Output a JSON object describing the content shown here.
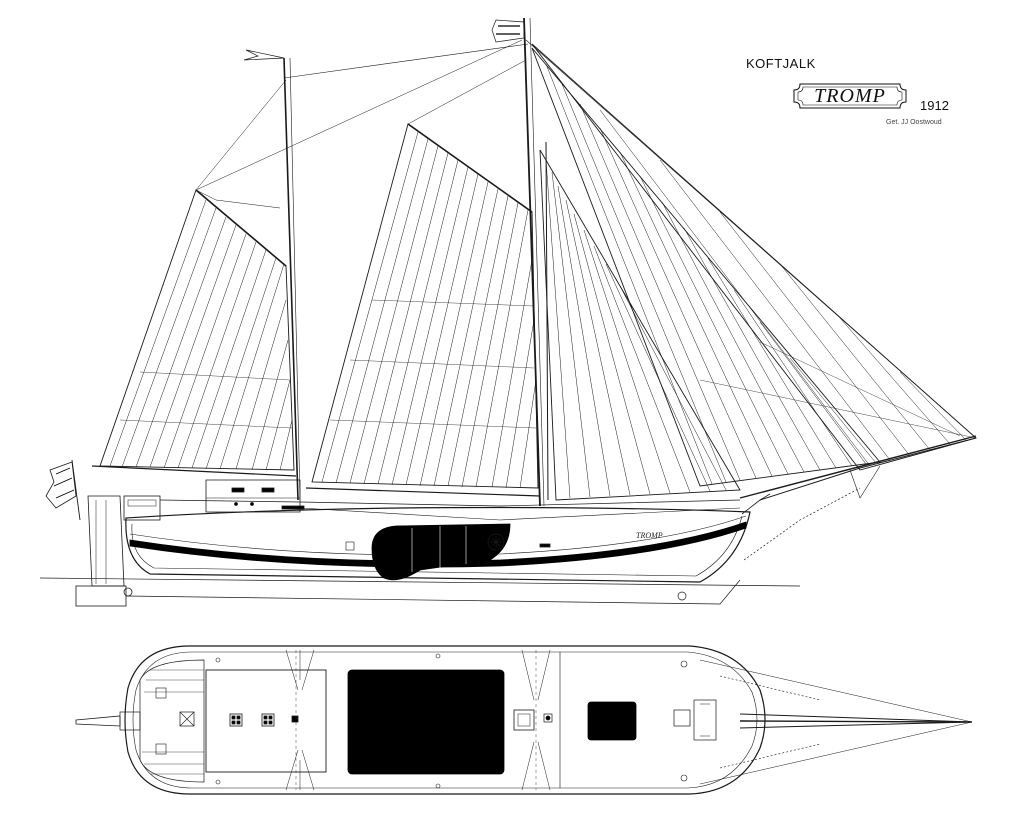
{
  "header": {
    "vessel_type": "KOFTJALK",
    "vessel_name": "TROMP",
    "year": "1912",
    "credit": "Get. JJ Oostwoud"
  },
  "hull_lettering": "TROMP",
  "colors": {
    "line": "#1a1a1a",
    "fill_dark": "#000000",
    "background": "#ffffff"
  }
}
